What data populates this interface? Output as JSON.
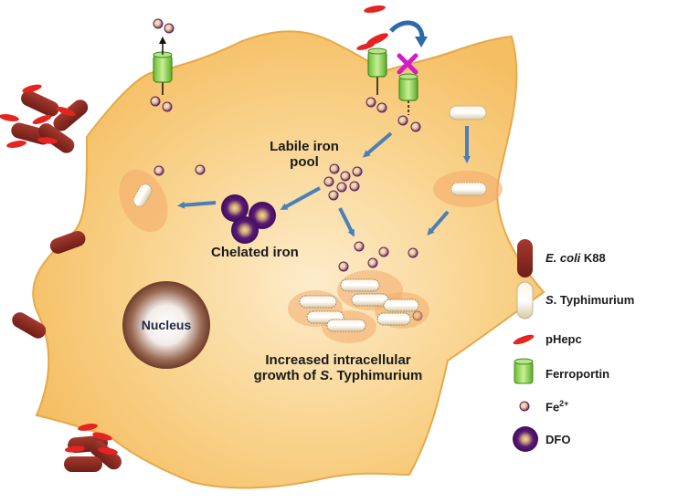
{
  "labels": {
    "labile_iron_pool": [
      "Labile iron",
      "pool"
    ],
    "chelated_iron": "Chelated iron",
    "nucleus": "Nucleus",
    "growth_line1": "Increased intracellular",
    "growth_line2_prefix": "growth of ",
    "growth_line2_italic": "S",
    "growth_line2_suffix": ". Typhimurium"
  },
  "legend": {
    "ecoli_italic": "E. coli",
    "ecoli_suffix": " K88",
    "styph_italic": "S",
    "styph_suffix": ". Typhimurium",
    "phepc": "pHepc",
    "ferroportin": "Ferroportin",
    "fe_base": "Fe",
    "fe_sup": "2+",
    "dfo": "DFO"
  },
  "colors": {
    "cell_fill": "#f7c56e",
    "cell_inner": "#fbe3b0",
    "ecoli": "#8b2b22",
    "styph": "#efe4c9",
    "phepc": "#e52421",
    "ferroportin": "#7dc742",
    "iron_dot": "#6f2a7a",
    "dfo": "#4b0f66",
    "arrow": "#4a7fb8",
    "cross": "#d21bc7"
  },
  "icons": {
    "block_mark": "cross-icon",
    "recycle_arrow": "curved-arrow-icon"
  }
}
